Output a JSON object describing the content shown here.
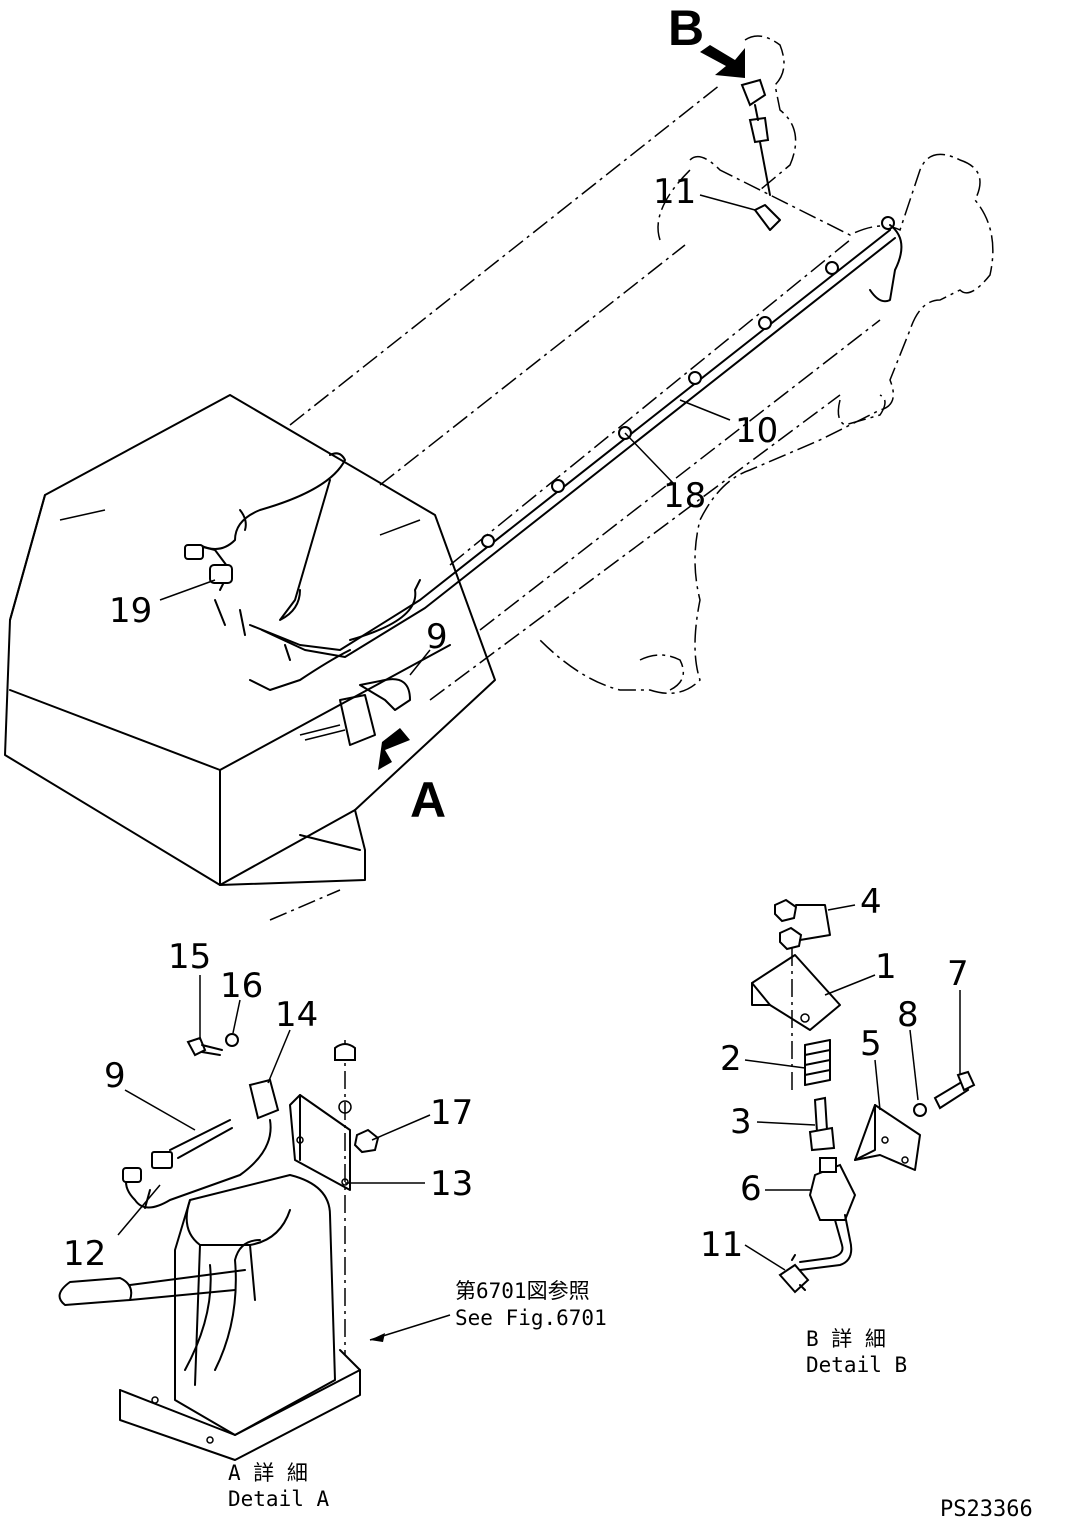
{
  "figure": {
    "code": "PS23366",
    "view_labels": {
      "a": "A",
      "b": "B"
    },
    "callouts": {
      "c1": "1",
      "c2": "2",
      "c3": "3",
      "c4": "4",
      "c5": "5",
      "c6": "6",
      "c7": "7",
      "c8": "8",
      "c9": "9",
      "c9b": "9",
      "c10": "10",
      "c11": "11",
      "c11b": "11",
      "c12": "12",
      "c13": "13",
      "c14": "14",
      "c15": "15",
      "c16": "16",
      "c17": "17",
      "c18": "18",
      "c19": "19"
    },
    "detail_a": {
      "jp": "A 詳 細",
      "en": "Detail A"
    },
    "detail_b": {
      "jp": "B 詳 細",
      "en": "Detail B"
    },
    "reference": {
      "jp": "第6701図参照",
      "en": "See Fig.6701"
    }
  }
}
